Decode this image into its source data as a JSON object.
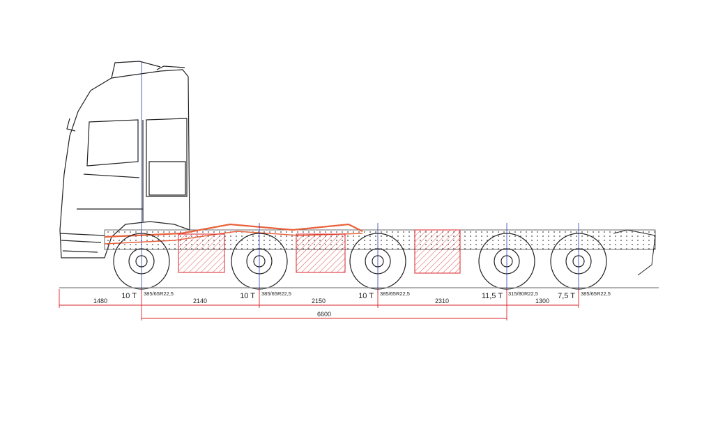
{
  "drawing": {
    "colors": {
      "outline": "#222222",
      "dimension": "#d9232a",
      "frame": "#e8613a",
      "axle_line": "#2b3fae",
      "fill_hatch": "#e05050"
    },
    "axles": [
      {
        "load": "10  T",
        "tyre": "385/65R22,5"
      },
      {
        "load": "10  T",
        "tyre": "385/65R22,5"
      },
      {
        "load": "10  T",
        "tyre": "385/65R22,5"
      },
      {
        "load": "11,5  T",
        "tyre": "315/80R22,5"
      },
      {
        "load": "7,5  T",
        "tyre": "385/65R22,5"
      }
    ],
    "dimensions": {
      "front_overhang": "1480",
      "spacings": [
        "2140",
        "2150",
        "2310",
        "1300"
      ],
      "wheelbase": "6600"
    }
  }
}
